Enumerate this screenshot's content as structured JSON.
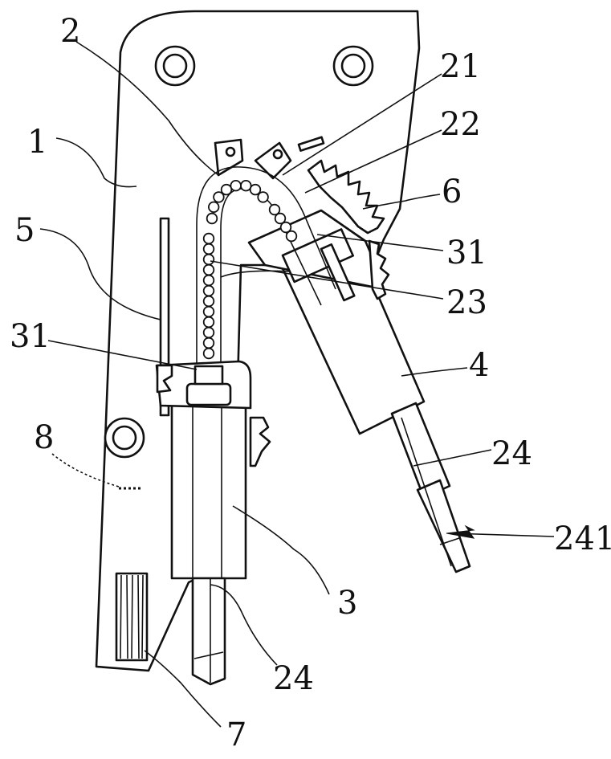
{
  "labels": {
    "l1": "1",
    "l2": "2",
    "l21": "21",
    "l22": "22",
    "l6": "6",
    "l5": "5",
    "l31a": "31",
    "l31b": "31",
    "l23": "23",
    "l4": "4",
    "l8": "8",
    "l24a": "24",
    "l24b": "24",
    "l241": "241",
    "l3": "3",
    "l7": "7"
  }
}
